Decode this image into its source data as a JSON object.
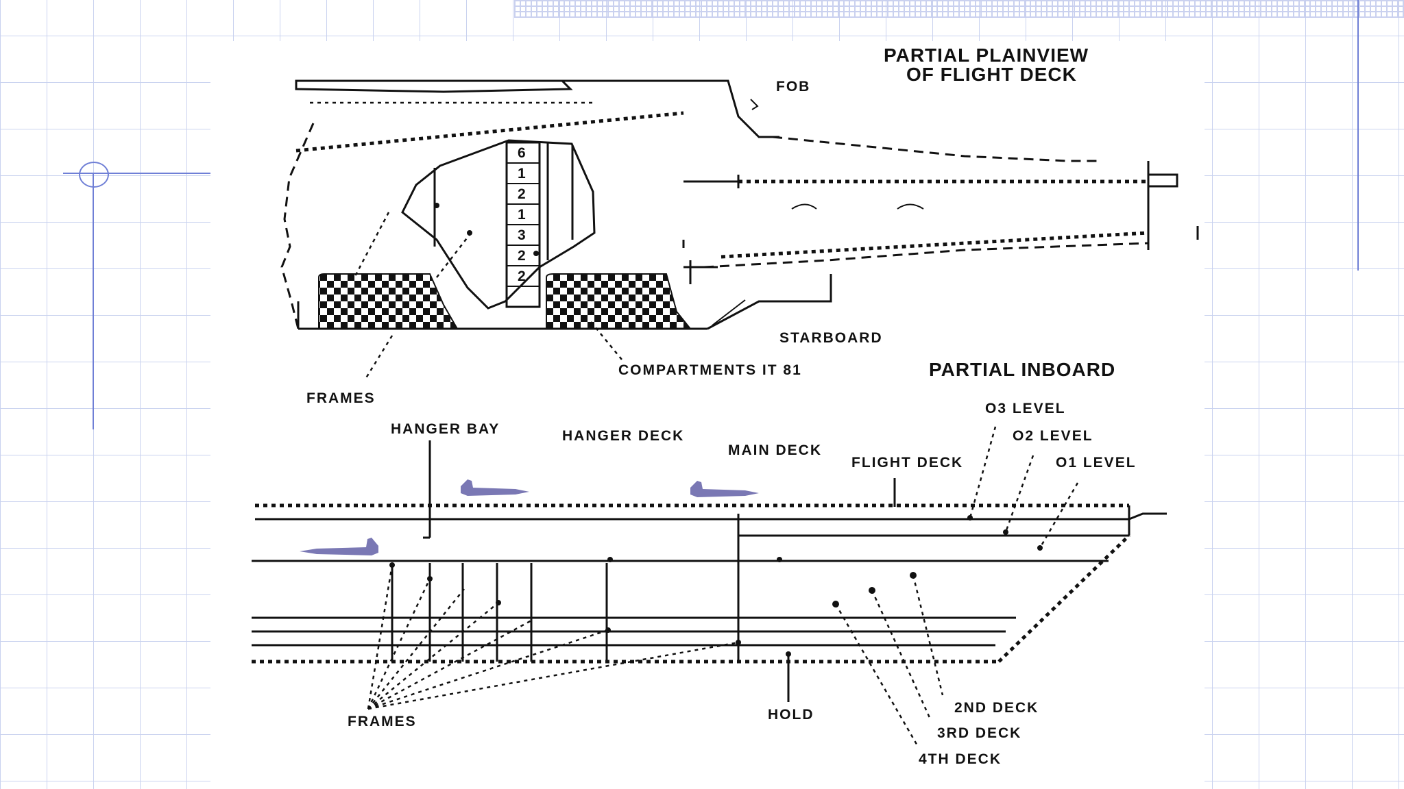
{
  "diagram": {
    "plan_title": [
      "PARTIAL PLAINVIEW",
      "OF FLIGHT DECK"
    ],
    "inboard_title": "PARTIAL INBOARD",
    "plan_labels": {
      "fob": "FOB",
      "starboard": "STARBOARD",
      "compartments": "COMPARTMENTS IT 81",
      "frames": "FRAMES",
      "compartment_numbers": [
        "6",
        "1",
        "2",
        "1",
        "3",
        "2",
        "2"
      ]
    },
    "inboard_labels": {
      "o3_level": "O3 LEVEL",
      "o2_level": "O2 LEVEL",
      "o1_level": "O1 LEVEL",
      "flight_deck": "FLIGHT DECK",
      "main_deck": "MAIN DECK",
      "hangar_deck": "HANGER DECK",
      "hangar_bay": "HANGER BAY",
      "hold": "HOLD",
      "second_deck": "2ND DECK",
      "third_deck": "3RD DECK",
      "fourth_deck": "4TH DECK",
      "frames": "FRAMES"
    }
  },
  "colors": {
    "grid": "#c9d2ef",
    "binder_lines": "#6f7fd6",
    "aircraft": "#7a78b4"
  }
}
